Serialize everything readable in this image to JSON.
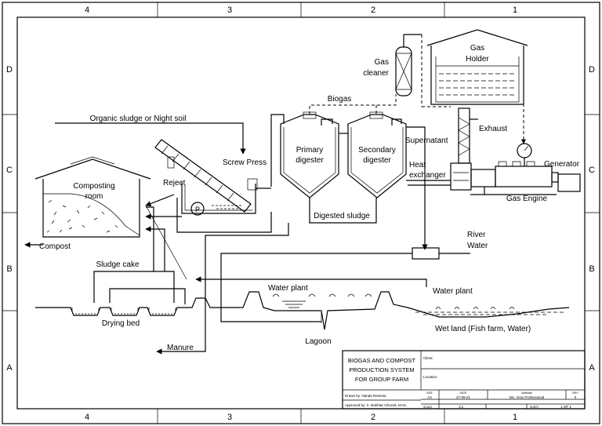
{
  "frame": {
    "columns_top": [
      "4",
      "3",
      "2",
      "1"
    ],
    "columns_bottom": [
      "4",
      "3",
      "2",
      "1"
    ],
    "rows_left": [
      "D",
      "C",
      "B",
      "A"
    ],
    "rows_right": [
      "D",
      "C",
      "B",
      "A"
    ]
  },
  "labels": {
    "gas_cleaner_1": "Gas",
    "gas_cleaner_2": "cleaner",
    "gas_holder_1": "Gas",
    "gas_holder_2": "Holder",
    "biogas": "Biogas",
    "exhaust": "Exhaust",
    "supernatant": "Supernatant",
    "heat_exchanger_1": "Heat",
    "heat_exchanger_2": "exchanger",
    "generator": "Generator",
    "gas_engine": "Gas Engine",
    "primary_digester_1": "Primary",
    "primary_digester_2": "digester",
    "secondary_digester_1": "Secondary",
    "secondary_digester_2": "digester",
    "organic_sludge": "Organic sludge or Night soil",
    "screw_press": "Screw Press",
    "reject": "Reject",
    "pump": "P",
    "composting_room_1": "Composting",
    "composting_room_2": "room",
    "compost": "Compost",
    "digested_sludge": "Digested sludge",
    "river_water_1": "River",
    "river_water_2": "Water",
    "sludge_cake": "Sludge cake",
    "water_plant_left": "Water plant",
    "water_plant_right": "Water plant",
    "drying_bed": "Drying bed",
    "lagoon": "Lagoon",
    "wet_land": "Wet land (Fish farm, Water)",
    "manure": "Manure"
  },
  "title_block": {
    "title_1": "BIOGAS AND COMPOST",
    "title_2": "PRODUCTION SYSTEM",
    "title_3": "FOR GROUP FARM",
    "client": "Client:",
    "location": "Location:",
    "drawn_by": "Drawn by: Nanda Ravenia",
    "approved_by": "Approved by: Ir. Mukhtar Ghozali, M.Sc.",
    "size_h": "SIZE",
    "size_v": "A4",
    "date_h": "DATE",
    "date_v": "27-09-21",
    "software_h": "Software",
    "software_v": "Ms. Visio Professional",
    "rev_h": "REV",
    "rev_v": "0",
    "scale_h": "SCALE",
    "scale_v": "1:1",
    "sheet_h": "SHEET",
    "sheet_v": "1 OF 1"
  }
}
